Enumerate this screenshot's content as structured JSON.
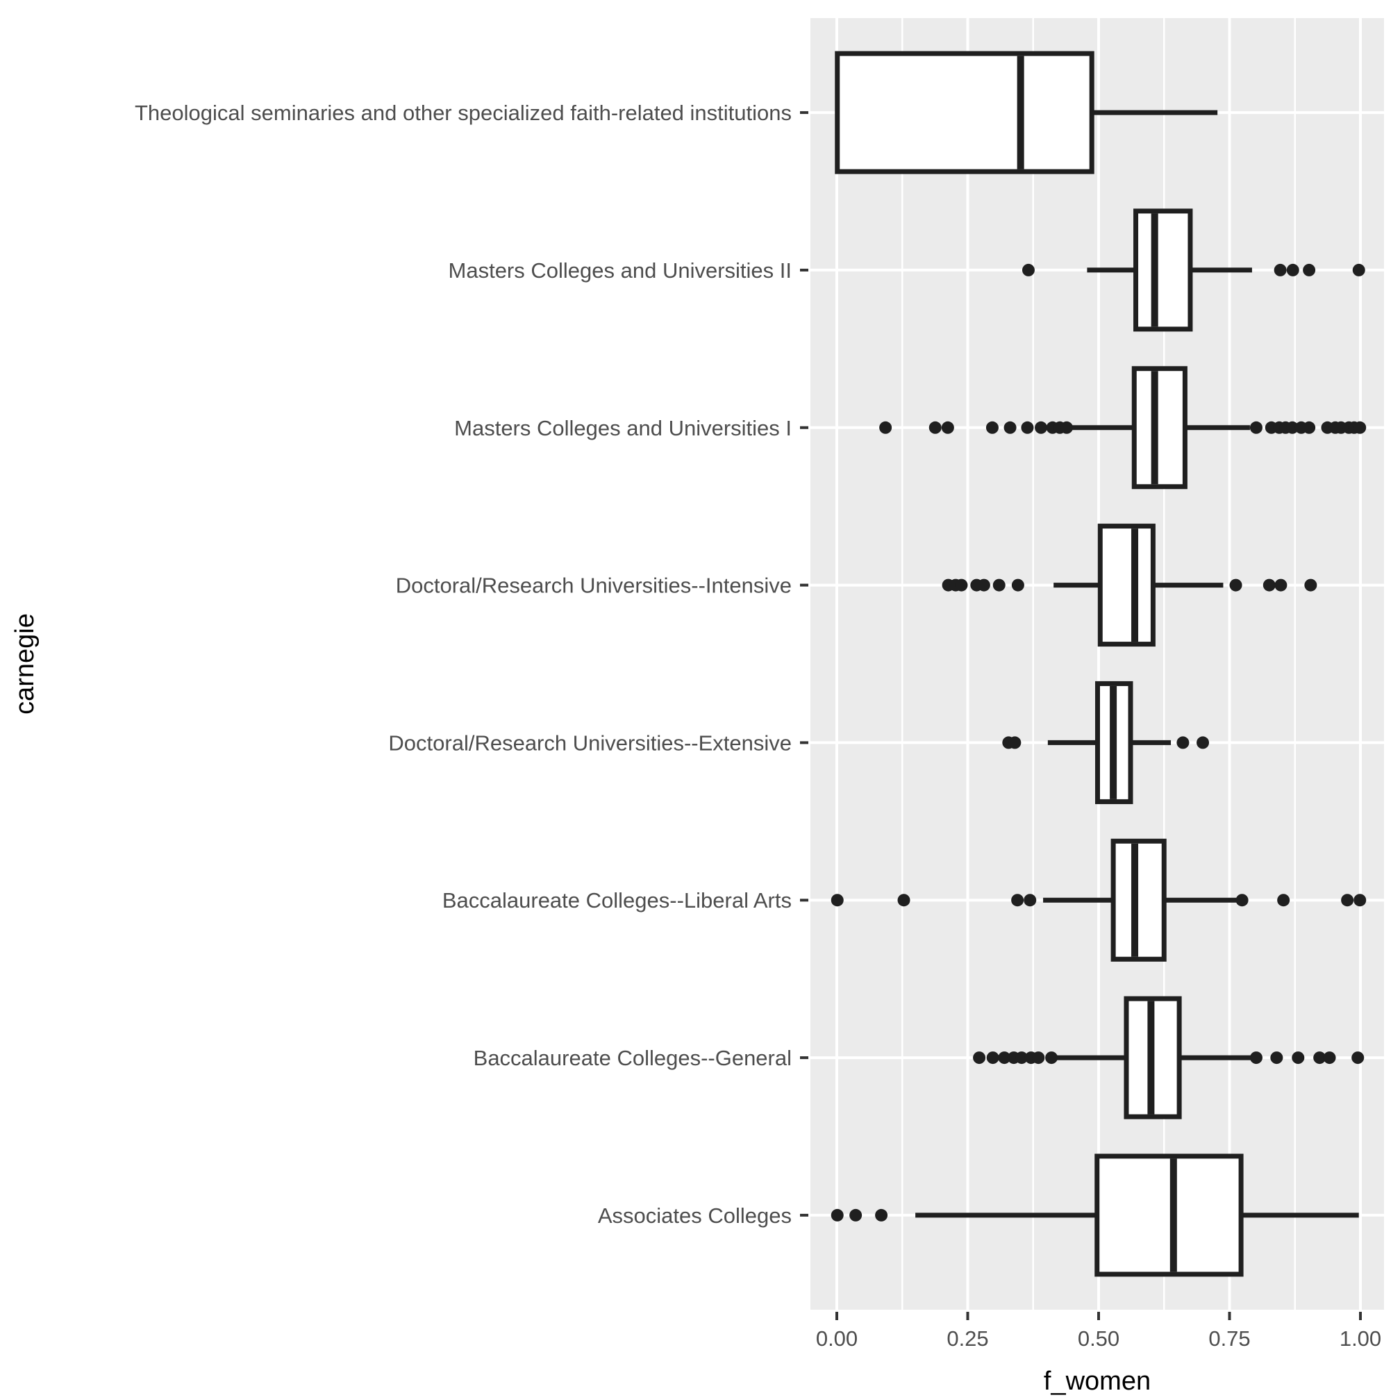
{
  "colors": {
    "panel_background": "#EBEBEB",
    "grid_major": "#FFFFFF",
    "grid_minor": "#FFFFFF",
    "box_stroke": "#1F1F1F",
    "box_fill": "#FFFFFF",
    "outlier_fill": "#1F1F1F",
    "tick_mark": "#333333",
    "axis_text": "#4D4D4D",
    "axis_title": "#000000"
  },
  "chart_data": {
    "type": "boxplot-horizontal",
    "xlabel": "f_women",
    "ylabel": "carnegie",
    "xlim": [
      -0.05,
      1.05
    ],
    "grid": "on",
    "x_ticks": [
      {
        "value": 0.0,
        "label": "0.00"
      },
      {
        "value": 0.25,
        "label": "0.25"
      },
      {
        "value": 0.5,
        "label": "0.50"
      },
      {
        "value": 0.75,
        "label": "0.75"
      },
      {
        "value": 1.0,
        "label": "1.00"
      }
    ],
    "x_minor_gridlines": [
      0.125,
      0.375,
      0.625,
      0.875
    ],
    "categories_top_to_bottom": [
      "Theological seminaries and other specialized faith-related institutions",
      "Masters Colleges and Universities II",
      "Masters Colleges and Universities I",
      "Doctoral/Research Universities--Intensive",
      "Doctoral/Research Universities--Extensive",
      "Baccalaureate Colleges--Liberal Arts",
      "Baccalaureate Colleges--General",
      "Associates Colleges"
    ],
    "series": [
      {
        "category": "Theological seminaries and other specialized faith-related institutions",
        "whisker_low": 0.001,
        "q1": 0.001,
        "median": 0.351,
        "q3": 0.487,
        "whisker_high": 0.727,
        "outliers": []
      },
      {
        "category": "Masters Colleges and Universities II",
        "whisker_low": 0.478,
        "q1": 0.571,
        "median": 0.607,
        "q3": 0.675,
        "whisker_high": 0.793,
        "outliers": [
          0.366,
          0.847,
          0.871,
          0.902,
          0.997
        ]
      },
      {
        "category": "Masters Colleges and Universities I",
        "whisker_low": 0.446,
        "q1": 0.568,
        "median": 0.607,
        "q3": 0.665,
        "whisker_high": 0.789,
        "outliers": [
          0.093,
          0.188,
          0.212,
          0.297,
          0.331,
          0.364,
          0.39,
          0.412,
          0.426,
          0.439,
          0.801,
          0.83,
          0.845,
          0.857,
          0.87,
          0.887,
          0.902,
          0.937,
          0.952,
          0.963,
          0.978,
          0.988,
          0.999
        ]
      },
      {
        "category": "Doctoral/Research Universities--Intensive",
        "whisker_low": 0.414,
        "q1": 0.503,
        "median": 0.569,
        "q3": 0.604,
        "whisker_high": 0.738,
        "outliers": [
          0.213,
          0.227,
          0.238,
          0.267,
          0.281,
          0.31,
          0.346,
          0.762,
          0.826,
          0.848,
          0.905
        ]
      },
      {
        "category": "Doctoral/Research Universities--Extensive",
        "whisker_low": 0.403,
        "q1": 0.498,
        "median": 0.528,
        "q3": 0.561,
        "whisker_high": 0.638,
        "outliers": [
          0.328,
          0.34,
          0.661,
          0.699
        ]
      },
      {
        "category": "Baccalaureate Colleges--Liberal Arts",
        "whisker_low": 0.394,
        "q1": 0.528,
        "median": 0.569,
        "q3": 0.625,
        "whisker_high": 0.772,
        "outliers": [
          0.001,
          0.128,
          0.345,
          0.369,
          0.774,
          0.853,
          0.975,
          0.999
        ]
      },
      {
        "category": "Baccalaureate Colleges--General",
        "whisker_low": 0.417,
        "q1": 0.553,
        "median": 0.6,
        "q3": 0.654,
        "whisker_high": 0.794,
        "outliers": [
          0.272,
          0.298,
          0.32,
          0.338,
          0.353,
          0.371,
          0.385,
          0.41,
          0.801,
          0.84,
          0.881,
          0.922,
          0.941,
          0.995
        ]
      },
      {
        "category": "Associates Colleges",
        "whisker_low": 0.15,
        "q1": 0.497,
        "median": 0.643,
        "q3": 0.772,
        "whisker_high": 0.997,
        "outliers": [
          0.001,
          0.036,
          0.085
        ]
      }
    ]
  }
}
